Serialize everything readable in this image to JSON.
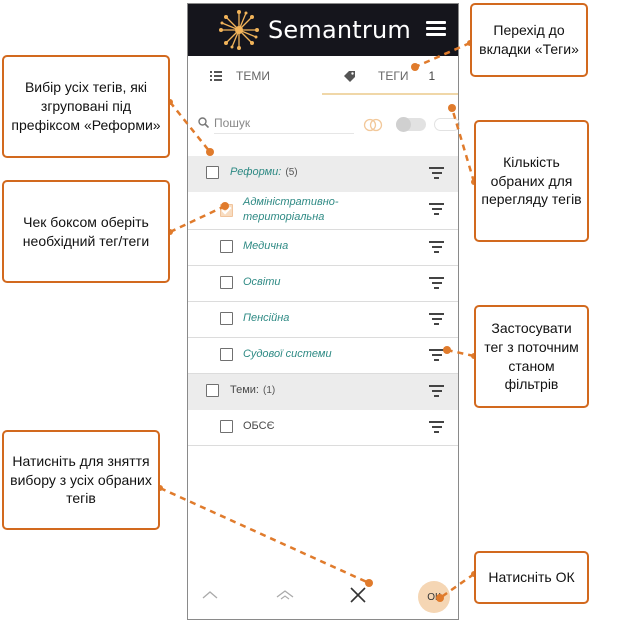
{
  "app": {
    "name": "Semantrum"
  },
  "tabs": [
    {
      "label": "ТЕМИ"
    },
    {
      "label": "ТЕГИ",
      "count": "1"
    }
  ],
  "search": {
    "placeholder": "Пошук"
  },
  "tree": [
    {
      "label": "Реформи:",
      "count": "(5)",
      "kind": "group",
      "checked": false,
      "italic": true
    },
    {
      "label": "Адміністративно-територіальна",
      "kind": "item",
      "checked": true
    },
    {
      "label": "Медична",
      "kind": "item",
      "checked": false
    },
    {
      "label": "Освіти",
      "kind": "item",
      "checked": false
    },
    {
      "label": "Пенсійна",
      "kind": "item",
      "checked": false
    },
    {
      "label": "Судової системи",
      "kind": "item",
      "checked": false
    },
    {
      "label": "Теми:",
      "count": "(1)",
      "kind": "group",
      "checked": false,
      "italic": false
    },
    {
      "label": "ОБСЄ",
      "kind": "item",
      "checked": false
    }
  ],
  "bottom": {
    "ok_label": "ОК"
  },
  "callouts": {
    "tags_tab": "Перехід до вкладки «Теги»",
    "select_all": "Вибір усіх тегів, які згруповані під префіксом «Реформи»",
    "checkbox": "Чек боксом оберіть необхідний тег/теги",
    "count": "Кількість обраних для перегляду тегів",
    "apply": "Застосувати тег з поточним станом фільтрів",
    "clear": "Натисніть для зняття вибору з усіх обраних тегів",
    "ok": "Натисніть ОК"
  },
  "colors": {
    "header_bg": "#15151c",
    "accent": "#d2691e",
    "tag_text": "#2e8a84",
    "ok_bg": "#f5d6b4"
  }
}
